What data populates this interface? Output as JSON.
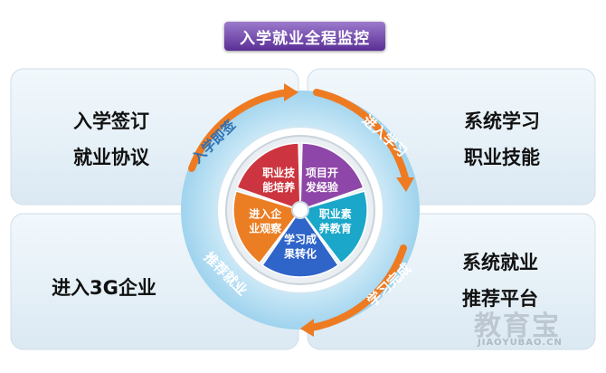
{
  "title": "入学就业全程监控",
  "corners": {
    "top_left": [
      "入学签订",
      "就业协议"
    ],
    "top_right": [
      "系统学习",
      "职业技能"
    ],
    "bottom_left": [
      "进入3G企业"
    ],
    "bottom_right": [
      "系统就业",
      "推荐平台"
    ]
  },
  "ring_labels": {
    "top_left": "入学即签",
    "top_right": "进入学习",
    "bottom_right": "学习完成",
    "bottom_left": "推荐就业"
  },
  "segments": [
    {
      "lines": [
        "职业技",
        "能培养"
      ],
      "color": "#cc3540"
    },
    {
      "lines": [
        "项目开",
        "发经验"
      ],
      "color": "#8e46a8"
    },
    {
      "lines": [
        "职业素",
        "养教育"
      ],
      "color": "#1aa7c9"
    },
    {
      "lines": [
        "学习成",
        "果转化"
      ],
      "color": "#2f64c9"
    },
    {
      "lines": [
        "进入企",
        "业观察"
      ],
      "color": "#eb7d23"
    }
  ],
  "colors": {
    "arrow": "#ee7b22",
    "ring": "#a9d9f0",
    "panel": "#eaf3fa",
    "title_bg": "#6b3aa5"
  },
  "watermark": {
    "main": "教育宝",
    "sub": "JIAOYUBAO.CN"
  }
}
